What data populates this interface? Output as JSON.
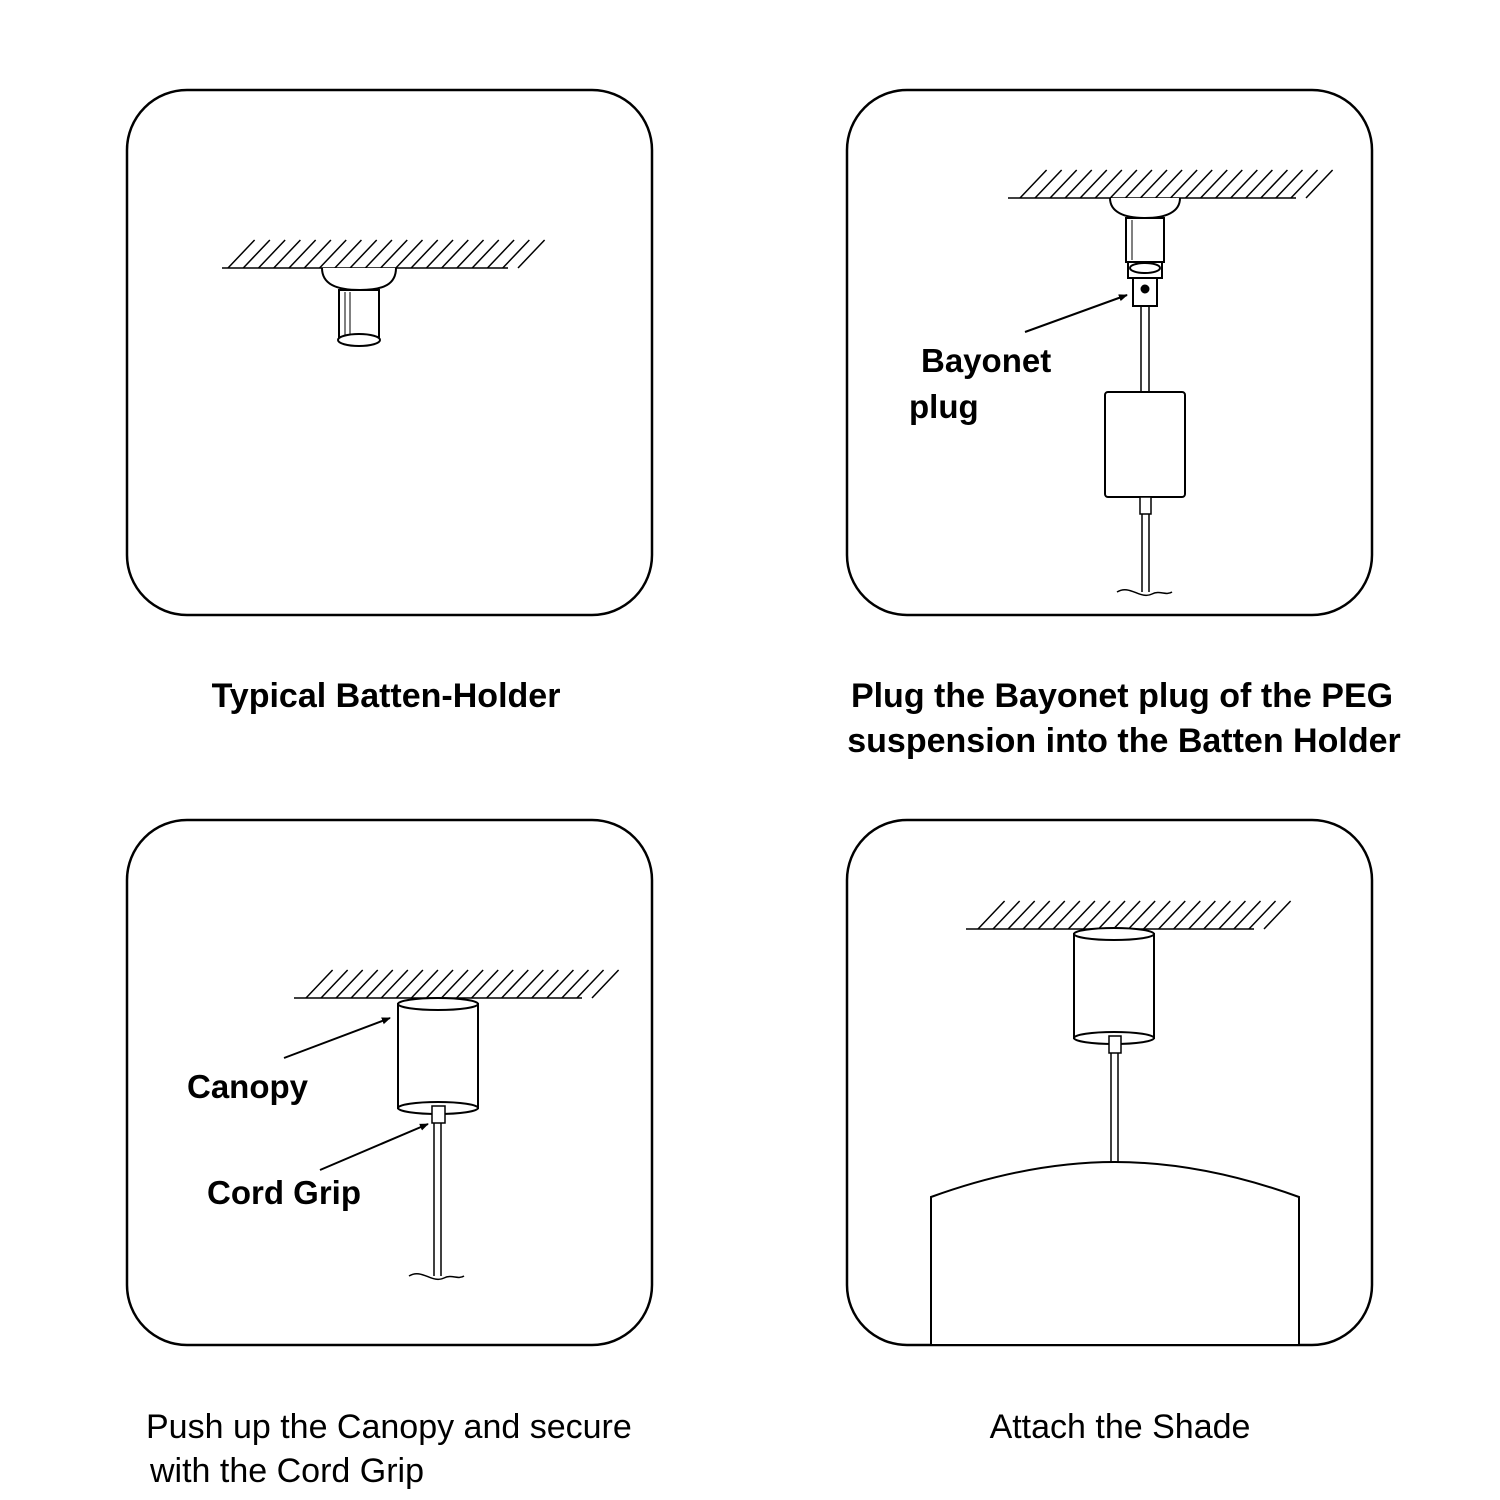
{
  "panels": [
    {
      "caption_lines": [
        "Typical Batten-Holder"
      ],
      "labels": []
    },
    {
      "caption_lines": [
        "Plug the Bayonet plug of the PEG",
        "suspension into the Batten Holder"
      ],
      "labels": [
        "Bayonet",
        "plug"
      ]
    },
    {
      "caption_lines": [
        "Push up the Canopy and secure",
        "with the Cord Grip"
      ],
      "labels": [
        "Canopy",
        "Cord Grip"
      ]
    },
    {
      "caption_lines": [
        "Attach the Shade"
      ],
      "labels": []
    }
  ]
}
